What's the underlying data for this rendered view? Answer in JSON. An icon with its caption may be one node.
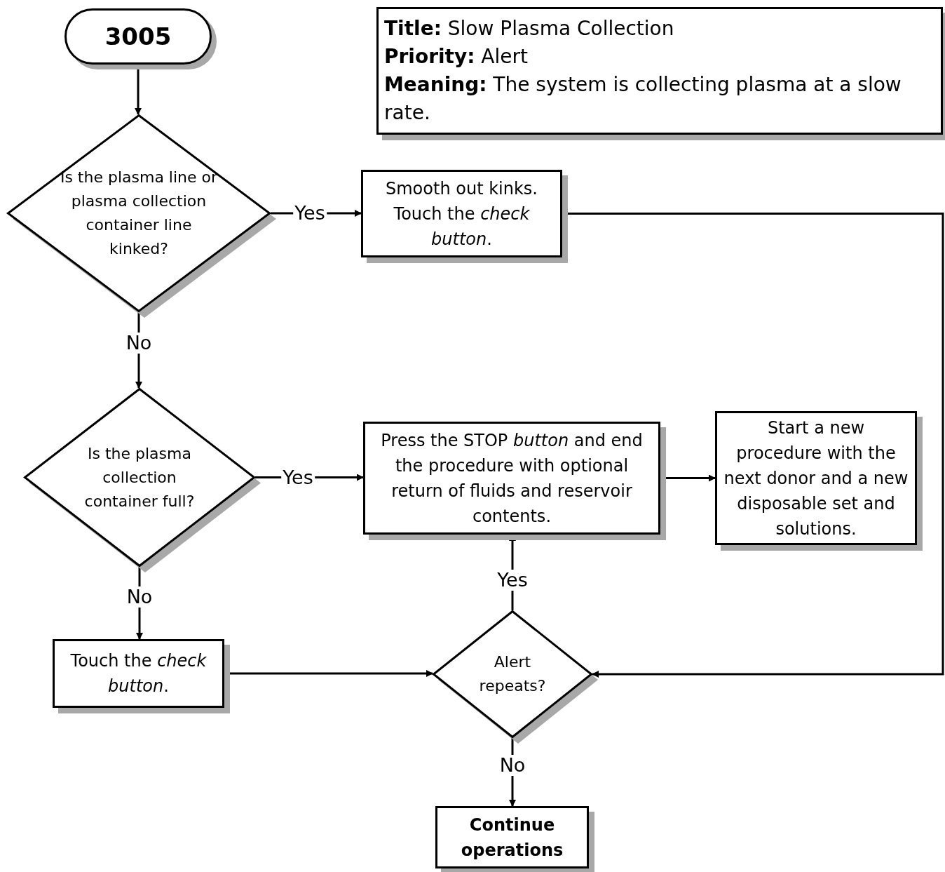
{
  "diagram": {
    "nodes": [
      {
        "text": [
          "3005"
        ]
      },
      {
        "text": [
          "**Title:**  Slow Plasma Collection",
          "**Priority:**  Alert",
          "**Meaning:**  The system is collecting plasma at a slow rate."
        ]
      },
      {
        "text": [
          "Is the plasma line or plasma collection container line kinked?"
        ]
      },
      {
        "text": [
          "Smooth out kinks. Touch the *check button*."
        ]
      },
      {
        "text": [
          "Is the plasma collection container full?"
        ]
      },
      {
        "text": [
          "Press the STOP *button* and end the procedure with optional return of fluids and reservoir contents."
        ]
      },
      {
        "text": [
          "Start a new procedure with the next donor and a new disposable set and solutions."
        ]
      },
      {
        "text": [
          "Touch the *check button*."
        ]
      },
      {
        "text": [
          "Alert repeats?"
        ]
      },
      {
        "text": [
          "Continue operations"
        ]
      }
    ],
    "edges": [
      {
        "from": 0,
        "to": 2,
        "arrow": "to"
      },
      {
        "from": 2,
        "to": 3,
        "arrow": "to",
        "label": "Yes"
      },
      {
        "from": 2,
        "to": 4,
        "arrow": "to",
        "label": "No"
      },
      {
        "from": 3,
        "to": 8,
        "arrow": "to"
      },
      {
        "from": 4,
        "to": 5,
        "arrow": "to",
        "label": "Yes"
      },
      {
        "from": 4,
        "to": 7,
        "arrow": "to",
        "label": "No"
      },
      {
        "from": 5,
        "to": 6,
        "arrow": "to"
      },
      {
        "from": 7,
        "to": 8,
        "arrow": "to"
      },
      {
        "from": 8,
        "to": 5,
        "arrow": "to",
        "label": "Yes"
      },
      {
        "from": 8,
        "to": 9,
        "arrow": "to",
        "label": "No"
      }
    ]
  }
}
